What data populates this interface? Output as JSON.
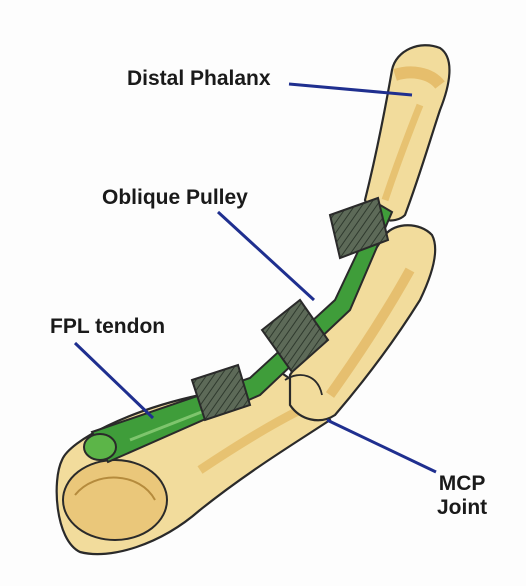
{
  "labels": {
    "distal_phalanx": "Distal Phalanx",
    "oblique_pulley": "Oblique Pulley",
    "fpl_tendon": "FPL tendon",
    "mcp_line1": "MCP",
    "mcp_line2": "Joint"
  },
  "colors": {
    "bone_fill": "#f2dc9c",
    "bone_shade": "#e2b660",
    "tendon_green": "#3f9d3a",
    "pulley_gray": "#4f5b4c",
    "leader_line": "#1f2f8f",
    "outline": "#2a2a2a"
  }
}
